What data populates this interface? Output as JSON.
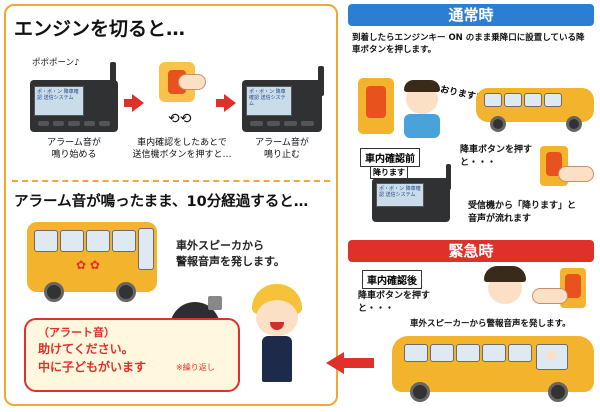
{
  "left": {
    "title": "エンジンを切ると…",
    "bubble": "ポポポーン♪",
    "step1": "アラーム音が\n鳴り始める",
    "step2": "車内確認をしたあとで\n送信機ボタンを押すと…",
    "step3": "アラーム音が\n鳴り止む",
    "section2_title": "アラーム音が鳴ったまま、10分経過すると…",
    "speaker_text": "車外スピーカから\n警報音声を発します。",
    "alarm": {
      "line1": "（アラート音）",
      "line2": "助けてください。",
      "line3": "中に子どもがいます",
      "note": "※繰り返し"
    }
  },
  "right": {
    "normal_title": "通常時",
    "normal_text": "到着したらエンジンキー ON のまま乗降口に設置している降車ボタンを押します。",
    "speech": "おります!",
    "check_tag": "車内確認前",
    "device_label": "降ります",
    "check_text": "降車ボタンを押すと・・・",
    "receive_text": "受信機から「降ります」と\n音声が流れます",
    "emergency_title": "緊急時",
    "after_tag": "車内確認後",
    "after_text": "降車ボタンを押すと・・・",
    "outer_text": "車外スピーカーから警報音声を発します。"
  },
  "screen_text": "ポ・ボ・ン\n降車確認\n送信システム",
  "colors": {
    "accent_orange": "#f0a830",
    "normal_blue": "#2a7fd4",
    "emergency_red": "#e0302a",
    "bus_yellow": "#f3b32c"
  }
}
